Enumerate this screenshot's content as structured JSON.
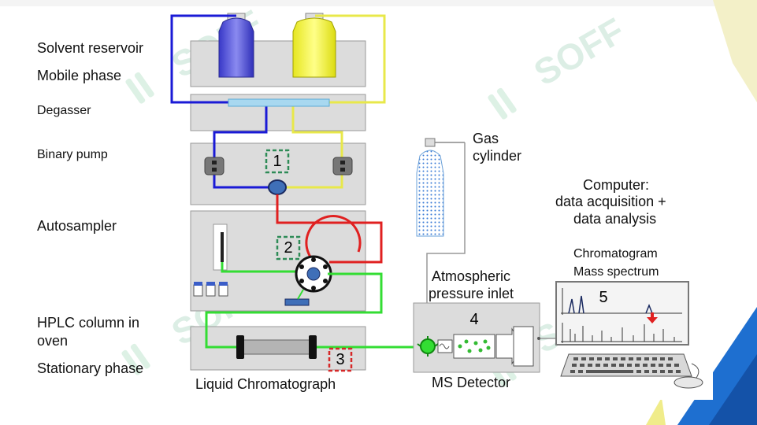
{
  "labels": {
    "solvent_reservoir": "Solvent reservoir",
    "mobile_phase": "Mobile phase",
    "degasser": "Degasser",
    "binary_pump": "Binary pump",
    "autosampler": "Autosampler",
    "hplc_column_line1": "HPLC column in",
    "hplc_column_line2": "oven",
    "stationary_phase": "Stationary phase",
    "liquid_chromatograph": "Liquid Chromatograph",
    "gas_cylinder_line1": "Gas",
    "gas_cylinder_line2": "cylinder",
    "api_line1": "Atmospheric",
    "api_line2": "pressure inlet",
    "ms_detector": "MS Detector",
    "computer_line1": "Computer:",
    "computer_line2": "data acquisition +",
    "computer_line3": "data analysis",
    "chromatogram": "Chromatogram",
    "mass_spectrum": "Mass spectrum"
  },
  "steps": [
    "1",
    "2",
    "3",
    "4",
    "5"
  ],
  "watermark": "SOFF",
  "colors": {
    "blue_line": "#1a1ad6",
    "yellow_line": "#e8e84a",
    "red_line": "#e02020",
    "green_line": "#33dd33",
    "step_box_green": "#2e8b57",
    "step_box_red": "#d62828",
    "panel_fill": "#dcdcdc",
    "accent_blue": "#1e6fd0"
  }
}
